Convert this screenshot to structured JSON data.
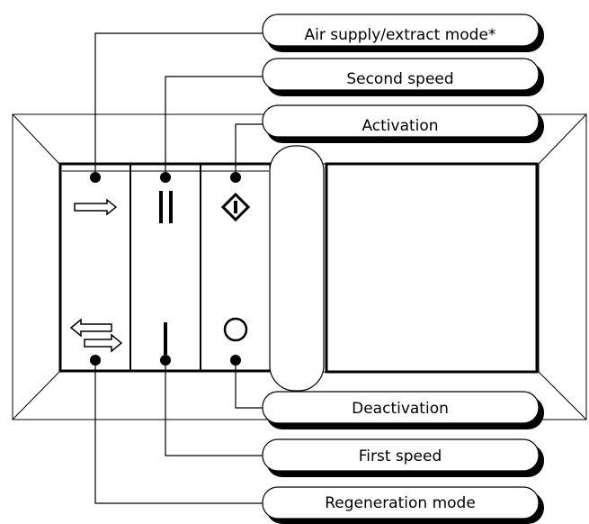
{
  "labels": {
    "air_mode": "Air supply/extract mode*",
    "second_speed": "Second speed",
    "activation": "Activation",
    "deactivation": "Deactivation",
    "first_speed": "First speed",
    "regeneration_mode": "Regeneration mode"
  },
  "icons": {
    "single_arrow": "arrow-right-icon",
    "double_bar": "double-bar-icon",
    "diamond_power": "diamond-power-icon",
    "double_arrow": "bidirectional-arrows-icon",
    "single_bar": "single-bar-icon",
    "circle_off": "circle-off-icon"
  },
  "colors": {
    "line": "#000000",
    "background": "#ffffff",
    "label_shadow": "#000000"
  }
}
